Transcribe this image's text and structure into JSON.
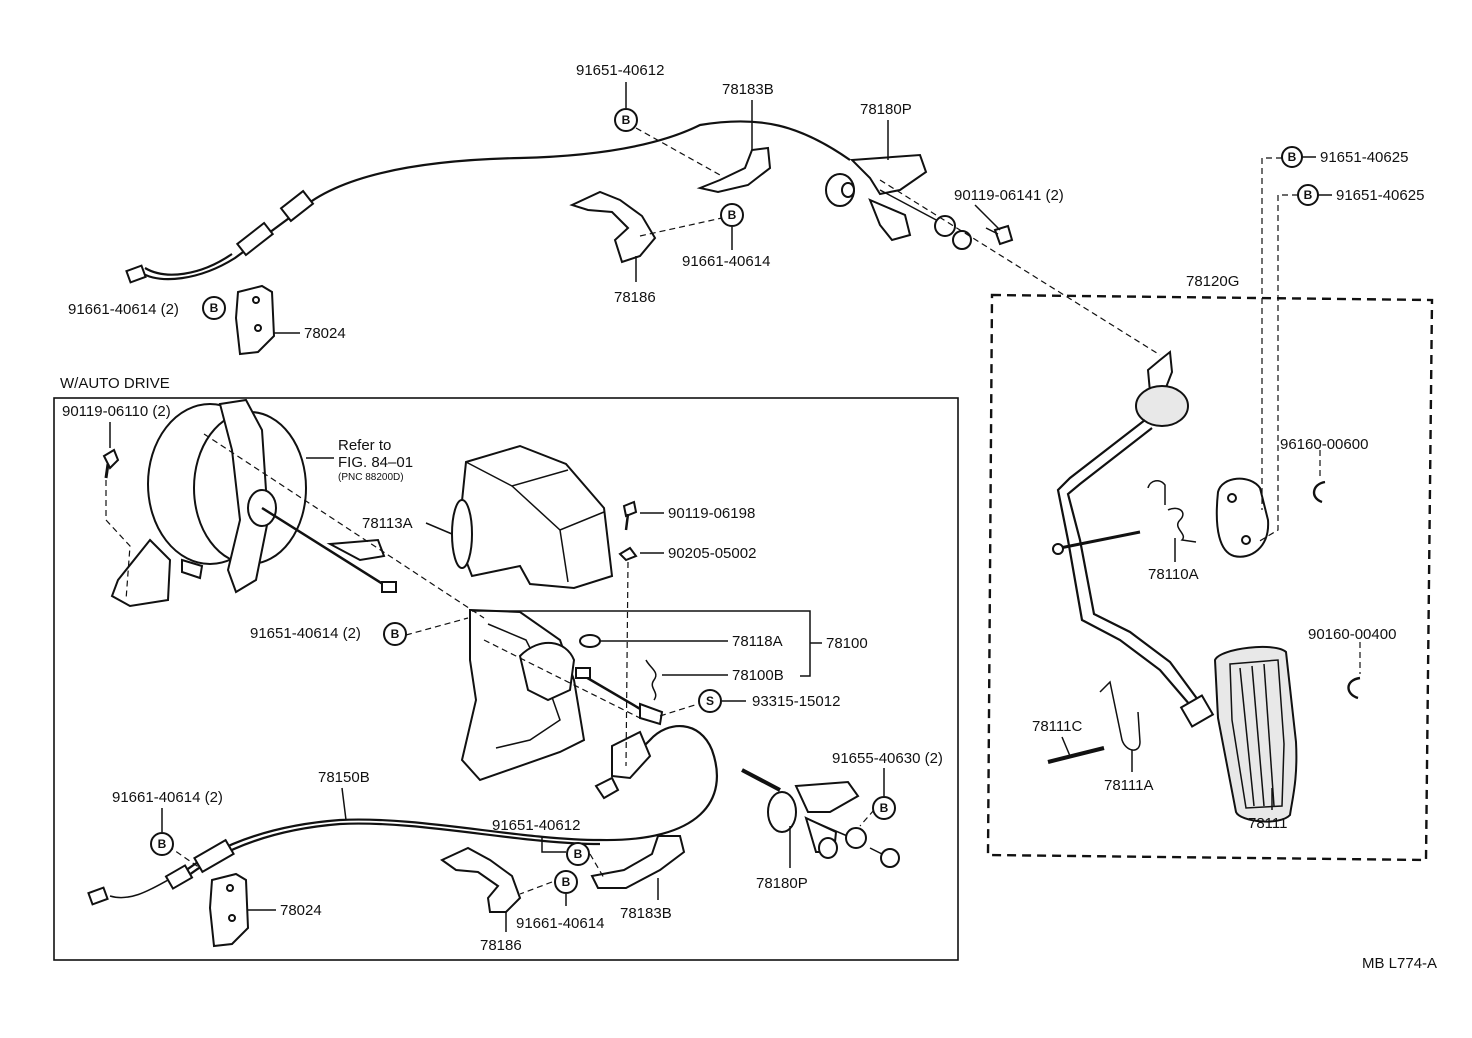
{
  "sections": {
    "auto_drive_title": "W/AUTO DRIVE"
  },
  "markers": {
    "B": "B",
    "S": "S"
  },
  "upper": {
    "p_91651_40612": "91651-40612",
    "p_78183B": "78183B",
    "p_78180P": "78180P",
    "p_90119_06141": "90119-06141 (2)",
    "p_91661_40614": "91661-40614",
    "p_78186": "78186",
    "p_91661_40614_2": "91661-40614 (2)",
    "p_78024": "78024"
  },
  "pedal": {
    "p_91651_40625_a": "91651-40625",
    "p_91651_40625_b": "91651-40625",
    "p_78120G": "78120G",
    "p_96160_00600": "96160-00600",
    "p_78110A": "78110A",
    "p_90160_00400": "90160-00400",
    "p_78111C": "78111C",
    "p_78111A": "78111A",
    "p_78111": "78111"
  },
  "auto_drive": {
    "p_90119_06110": "90119-06110 (2)",
    "refer_line1": "Refer to",
    "refer_line2": "FIG. 84–01",
    "refer_line3": "(PNC 88200D)",
    "p_78113A": "78113A",
    "p_90119_06198": "90119-06198",
    "p_90205_05002": "90205-05002",
    "p_91651_40614_2": "91651-40614 (2)",
    "p_78118A": "78118A",
    "p_78100": "78100",
    "p_78100B": "78100B",
    "p_93315_15012": "93315-15012",
    "p_91655_40630": "91655-40630 (2)",
    "p_78150B": "78150B",
    "p_91661_40614_2": "91661-40614 (2)",
    "p_91651_40612": "91651-40612",
    "p_78183B": "78183B",
    "p_78180P": "78180P",
    "p_78024": "78024",
    "p_91661_40614": "91661-40614",
    "p_78186": "78186"
  },
  "figure_code": "MB L774-A"
}
